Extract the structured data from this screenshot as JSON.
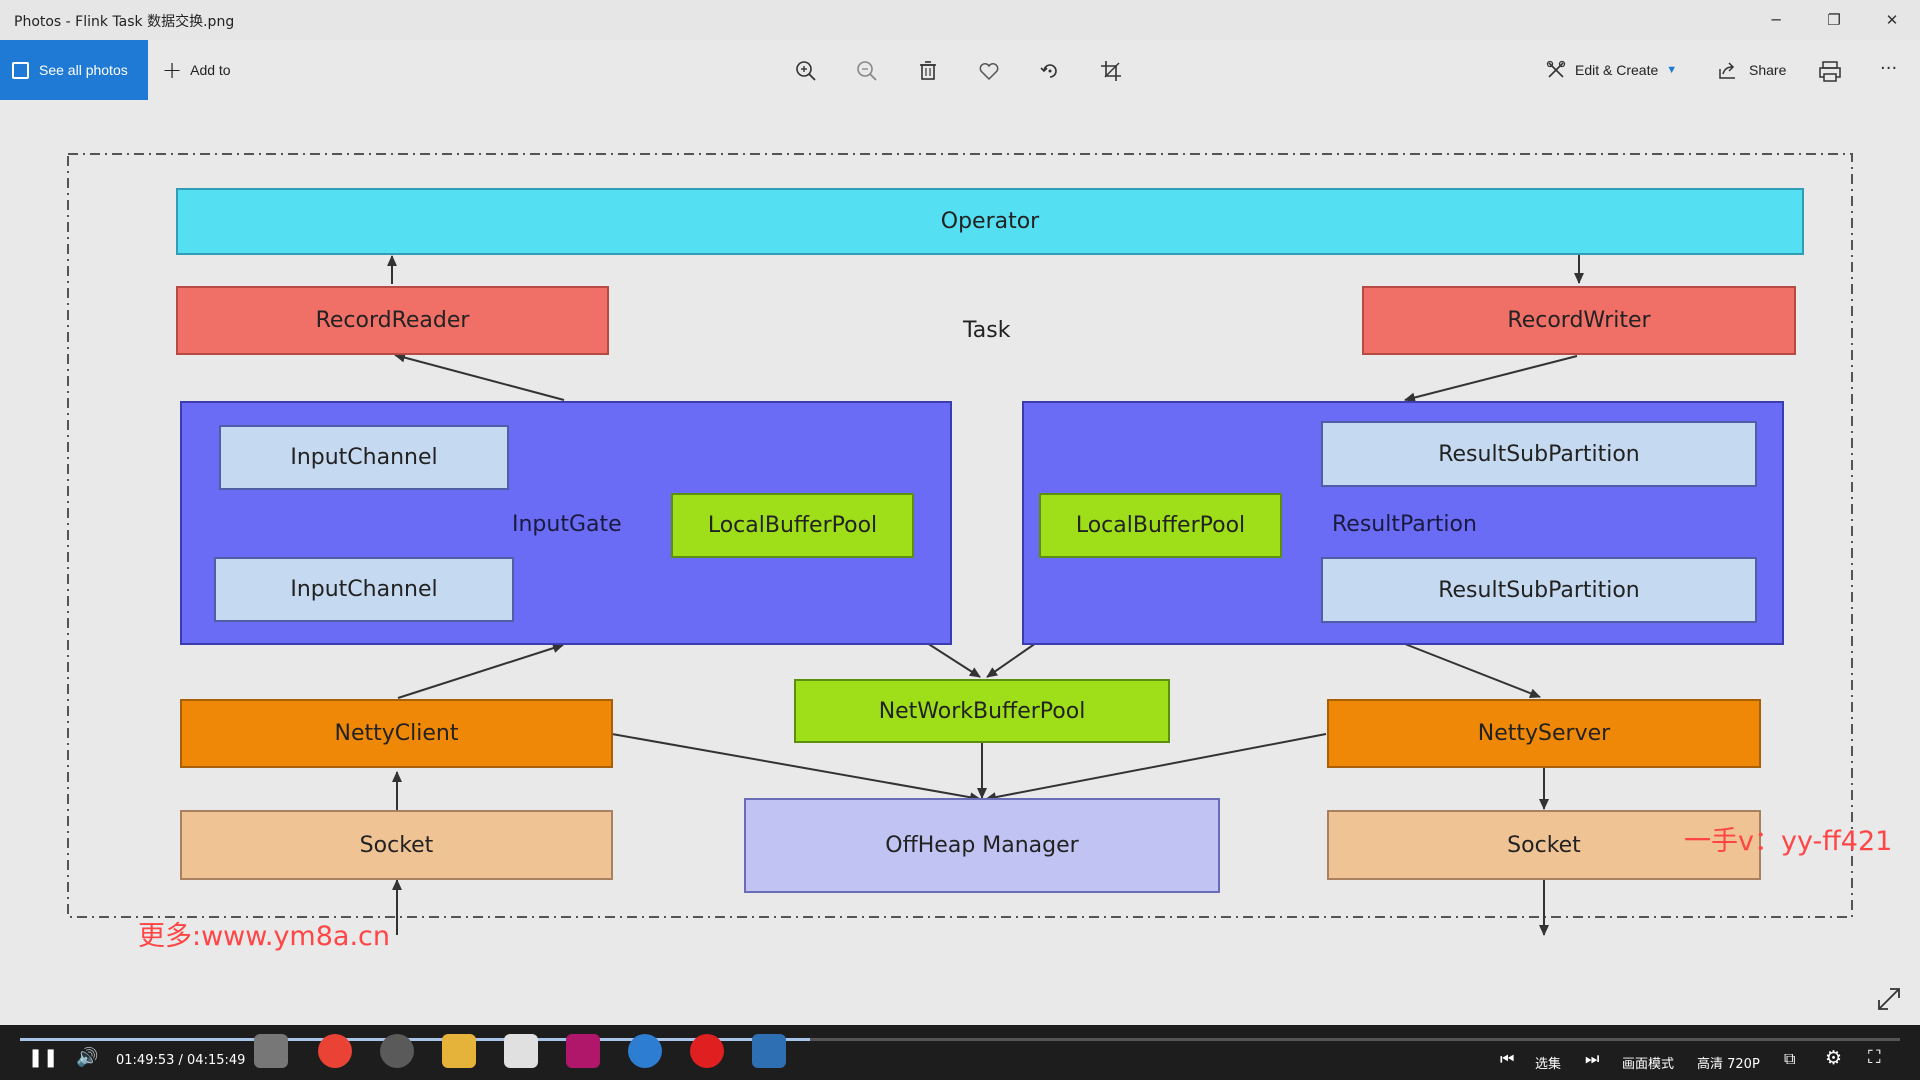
{
  "window": {
    "title": "Photos - Flink Task 数据交换.png",
    "minimize": "─",
    "restore": "❐",
    "close": "✕"
  },
  "toolbar": {
    "see_all_photos": "See all photos",
    "add_to": "Add to",
    "edit_create": "Edit & Create",
    "share": "Share",
    "more": "···",
    "icons": [
      "zoom-in-icon",
      "zoom-out-icon",
      "delete-icon",
      "heart-icon",
      "rotate-icon",
      "crop-icon",
      "print-icon"
    ]
  },
  "diagram": {
    "operator": "Operator",
    "task": "Task",
    "record_reader": "RecordReader",
    "record_writer": "RecordWriter",
    "input_gate": "InputGate",
    "input_channel_1": "InputChannel",
    "input_channel_2": "InputChannel",
    "local_buffer_pool_left": "LocalBufferPool",
    "local_buffer_pool_right": "LocalBufferPool",
    "result_partition": "ResultPartion",
    "result_subpartition_1": "ResultSubPartition",
    "result_subpartition_2": "ResultSubPartition",
    "network_buffer_pool": "NetWorkBufferPool",
    "netty_client": "NettyClient",
    "netty_server": "NettyServer",
    "socket_left": "Socket",
    "socket_right": "Socket",
    "offheap_manager": "OffHeap Manager",
    "colors": {
      "operator": "#55dff2",
      "record": "#f07067",
      "gate": "#6b6cf5",
      "channel": "#c5d9f0",
      "buffer": "#9edf1a",
      "netty": "#f08807",
      "socket": "#efc394",
      "offheap": "#c1c3f3"
    }
  },
  "watermarks": {
    "left": "更多:www.ym8a.cn",
    "right": "一手v：yy-ff421"
  },
  "player": {
    "time": "01:49:53 / 04:15:49",
    "progress": 0.42,
    "episodes": "选集",
    "picture_mode": "画面模式",
    "quality": "高清 720P"
  }
}
